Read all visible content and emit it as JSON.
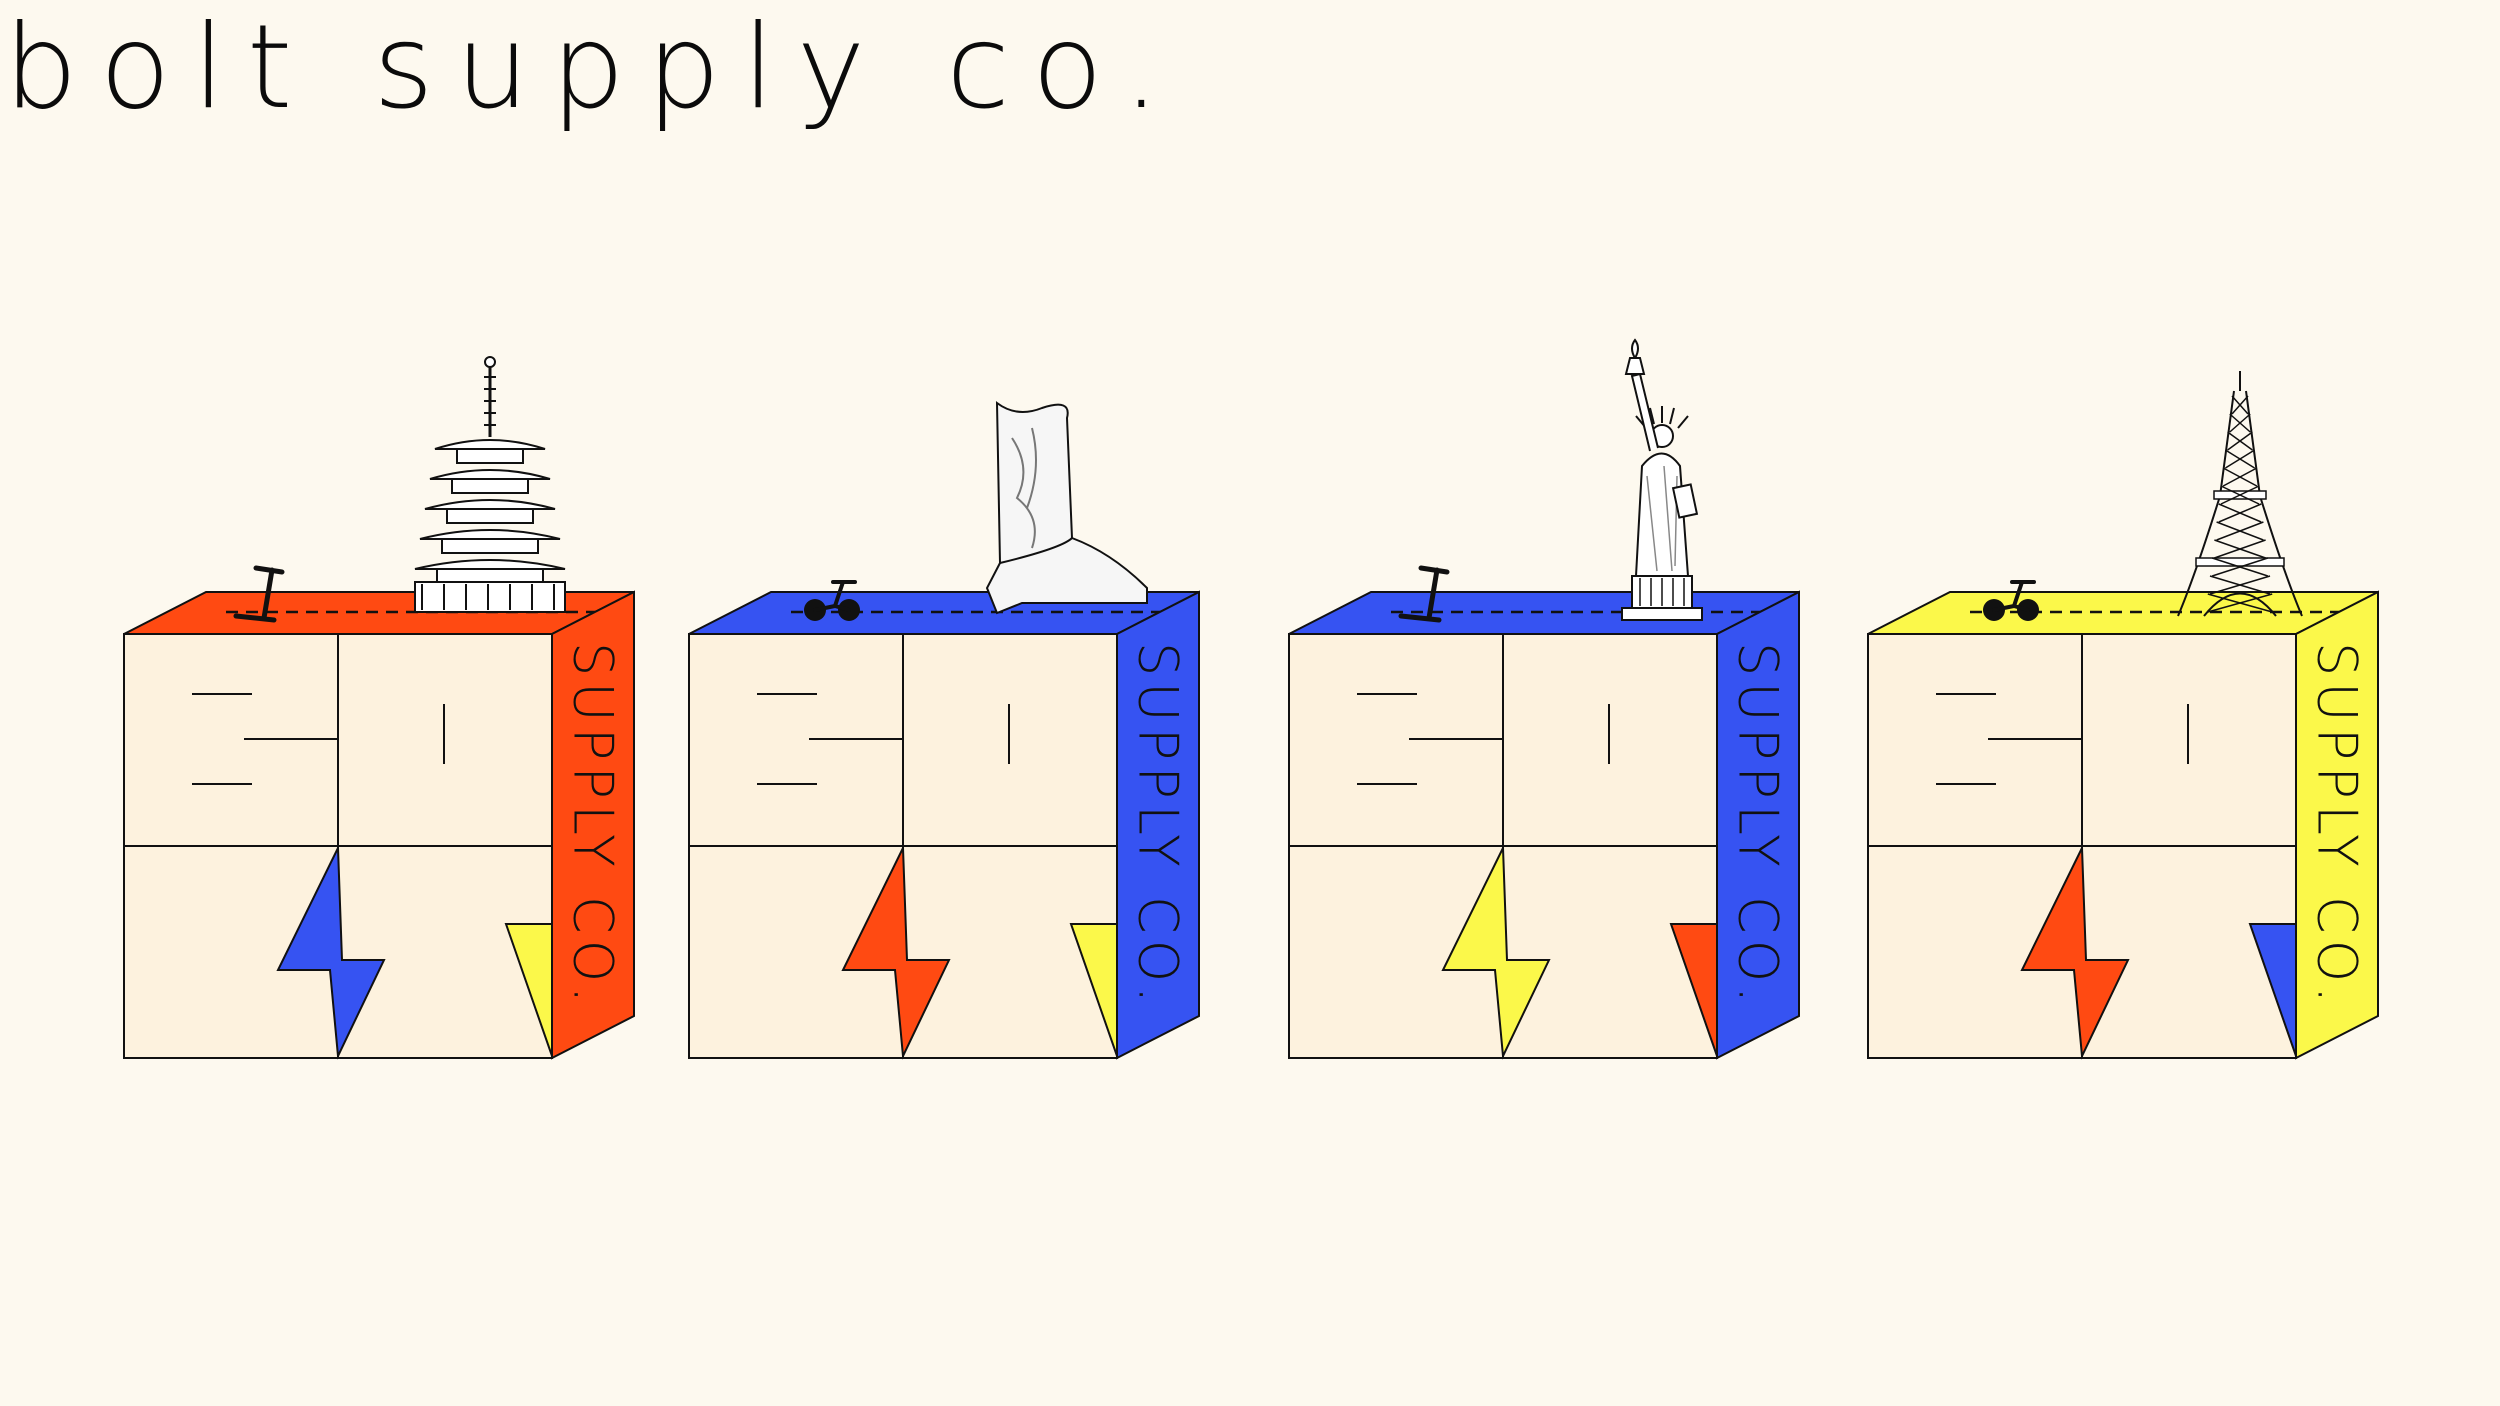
{
  "brand": {
    "title": "bolt supply co."
  },
  "side_label": "SUPPLY CO.",
  "colors": {
    "background": "#fdf9ef",
    "panel": "#fdf2de",
    "ink": "#111111",
    "orange": "#ff4a12",
    "blue": "#3653f2",
    "yellow": "#fbf84a"
  },
  "boxes": [
    {
      "name": "box-tokyo",
      "side_color": "#ff4a12",
      "bolt_color": "#3653f2",
      "corner_color": "#fbf84a",
      "vehicle": "scooter-icon",
      "landmark": "pagoda-icon"
    },
    {
      "name": "box-texas",
      "side_color": "#3653f2",
      "bolt_color": "#ff4a12",
      "corner_color": "#fbf84a",
      "vehicle": "bike-icon",
      "landmark": "cowboy-boot-icon"
    },
    {
      "name": "box-new-york",
      "side_color": "#3653f2",
      "bolt_color": "#fbf84a",
      "corner_color": "#ff4a12",
      "vehicle": "scooter-icon",
      "landmark": "statue-of-liberty-icon"
    },
    {
      "name": "box-paris",
      "side_color": "#fbf84a",
      "bolt_color": "#ff4a12",
      "corner_color": "#3653f2",
      "vehicle": "bike-icon",
      "landmark": "eiffel-tower-icon"
    }
  ]
}
